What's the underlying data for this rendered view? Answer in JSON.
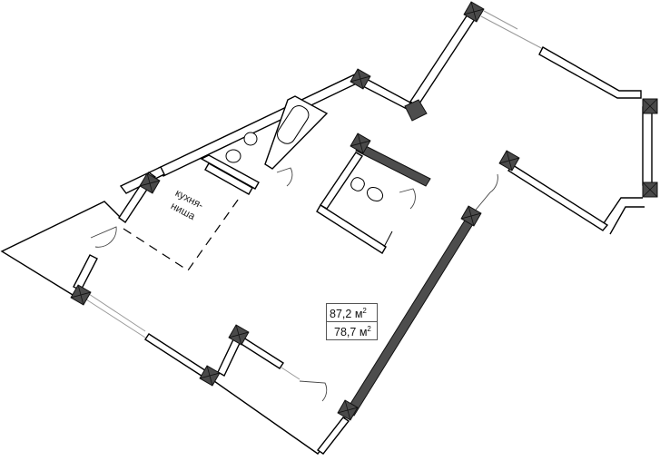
{
  "plan": {
    "type": "apartment-floor-plan",
    "total_area": {
      "value": "87,2",
      "unit": "м",
      "exp": "2"
    },
    "living_area": {
      "value": "78,7",
      "unit": "м",
      "exp": "2"
    },
    "rooms": [
      {
        "id": "kitchen-niche",
        "label_line1": "кухня-",
        "label_line2": "ниша"
      }
    ],
    "colors": {
      "wall": "#000000",
      "column": "#4a4a4a",
      "window": "#999999",
      "background": "#ffffff"
    }
  }
}
